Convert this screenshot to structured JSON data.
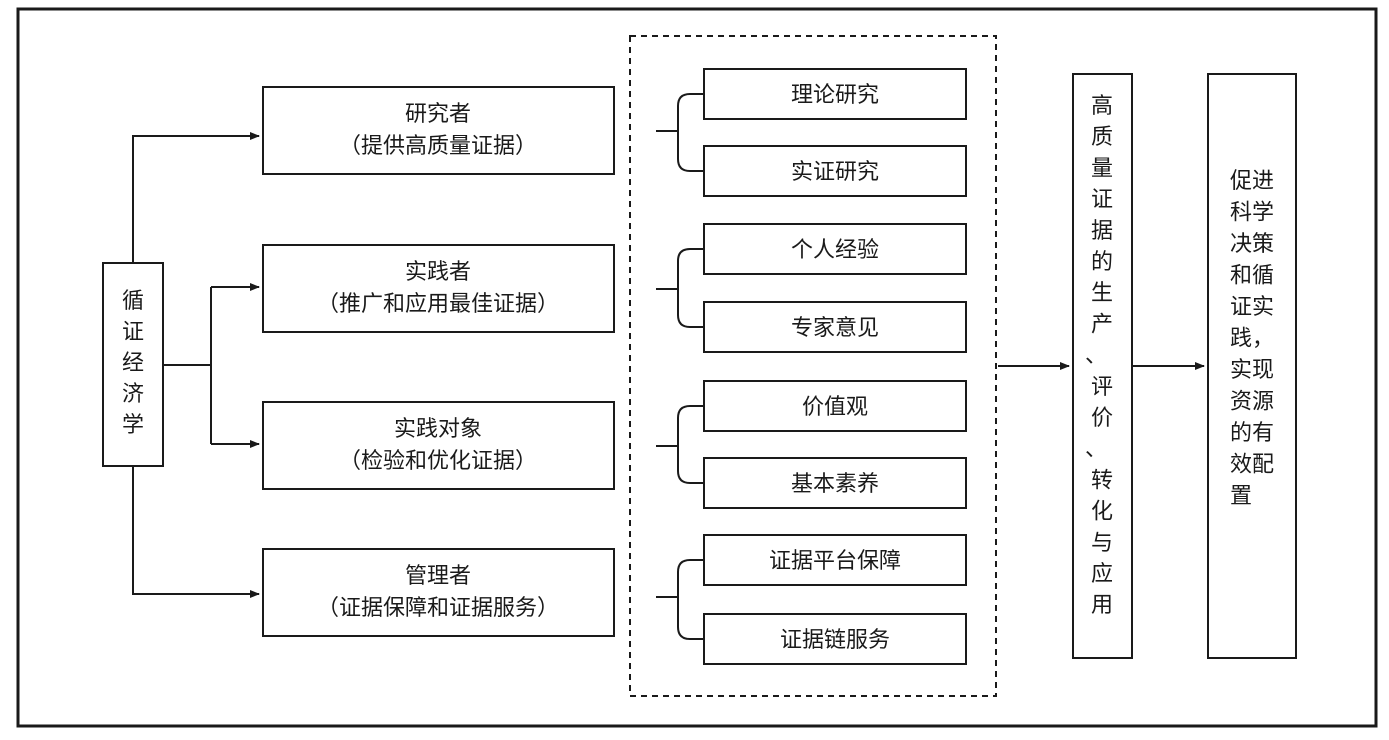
{
  "root": {
    "label": "循证经济学",
    "chars": [
      "循",
      "证",
      "经",
      "济",
      "学"
    ]
  },
  "roles": [
    {
      "name": "研究者",
      "desc": "（提供高质量证据）"
    },
    {
      "name": "实践者",
      "desc": "（推广和应用最佳证据）"
    },
    {
      "name": "实践对象",
      "desc": "（检验和优化证据）"
    },
    {
      "name": "管理者",
      "desc": "（证据保障和证据服务）"
    }
  ],
  "items": [
    "理论研究",
    "实证研究",
    "个人经验",
    "专家意见",
    "价值观",
    "基本素养",
    "证据平台保障",
    "证据链服务"
  ],
  "process": {
    "label": "高质量证据的生产、评价、转化与应用",
    "chars": [
      "高",
      "质",
      "量",
      "证",
      "据",
      "的",
      "生",
      "产",
      "、",
      "评",
      "价",
      "、",
      "转",
      "化",
      "与",
      "应",
      "用"
    ]
  },
  "goal": {
    "label": "促进科学决策和循证实践，实现资源的有效配置",
    "lines": [
      "促进",
      "科学",
      "决策",
      "和循",
      "证实",
      "践，",
      "实现",
      "资源",
      "的有",
      "效配",
      "置"
    ]
  }
}
